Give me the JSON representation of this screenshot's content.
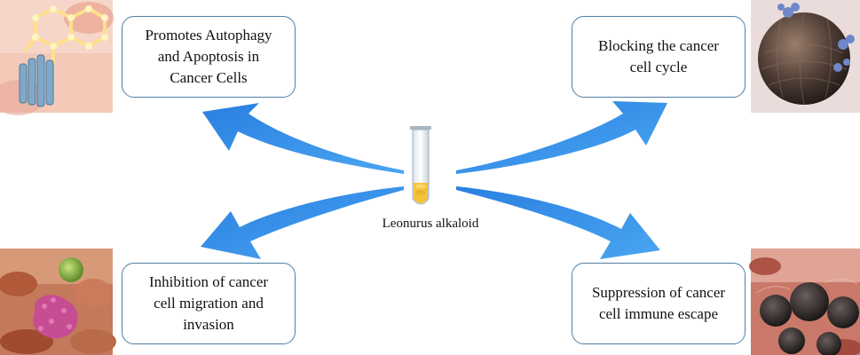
{
  "center": {
    "label": "Leonurus alkaloid"
  },
  "boxes": {
    "top_left": [
      "Promotes Autophagy",
      "and Apoptosis in",
      "Cancer Cells"
    ],
    "top_right": [
      "Blocking the cancer",
      "cell cycle"
    ],
    "bottom_left": [
      "Inhibition of cancer",
      "cell migration and",
      "invasion"
    ],
    "bottom_right": [
      "Suppression of cancer",
      "cell immune escape"
    ]
  },
  "images": {
    "top_left": "molecule-structure-illustration",
    "top_right": "cancer-cell-sphere-illustration",
    "bottom_left": "migrating-cancer-cells-illustration",
    "bottom_right": "immune-escape-cells-illustration"
  },
  "colors": {
    "arrow": "#2f8be0",
    "arrow_dark": "#1f6cc4",
    "box_border": "#4f7fa6",
    "tube_liquid": "#f2c23a"
  }
}
